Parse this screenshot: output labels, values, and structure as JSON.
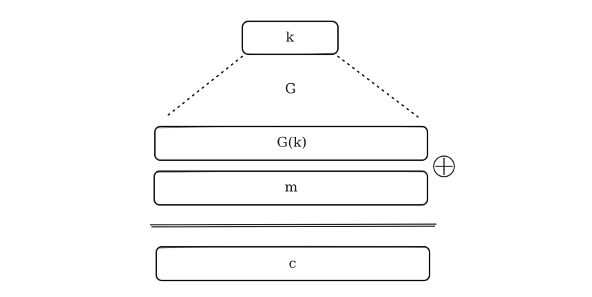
{
  "diagram": {
    "key_label": "k",
    "generator_label": "G",
    "keystream_label": "G(k)",
    "message_label": "m",
    "ciphertext_label": "c",
    "operator_symbol": "xor-circle-plus-icon"
  },
  "colors": {
    "stroke": "#1e1e1e",
    "background": "#ffffff"
  }
}
